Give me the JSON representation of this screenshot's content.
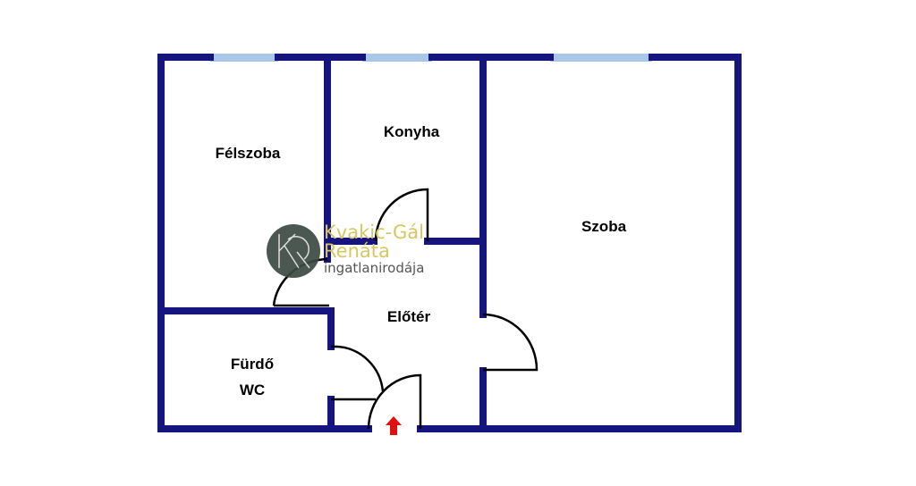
{
  "colors": {
    "wall": "#16147e",
    "window": "#a9c8e8",
    "door": "#000000",
    "entrance_arrow": "#e01010"
  },
  "rooms": {
    "felszoba": "Félszoba",
    "konyha": "Konyha",
    "szoba": "Szoba",
    "eloter": "Előtér",
    "furdo": "Fürdő",
    "wc": "WC"
  },
  "watermark": {
    "logo_letters": "KGR",
    "name_line1": "Kvakic-Gál",
    "name_line2": "Renáta",
    "tagline": "ingatlanirodája"
  }
}
